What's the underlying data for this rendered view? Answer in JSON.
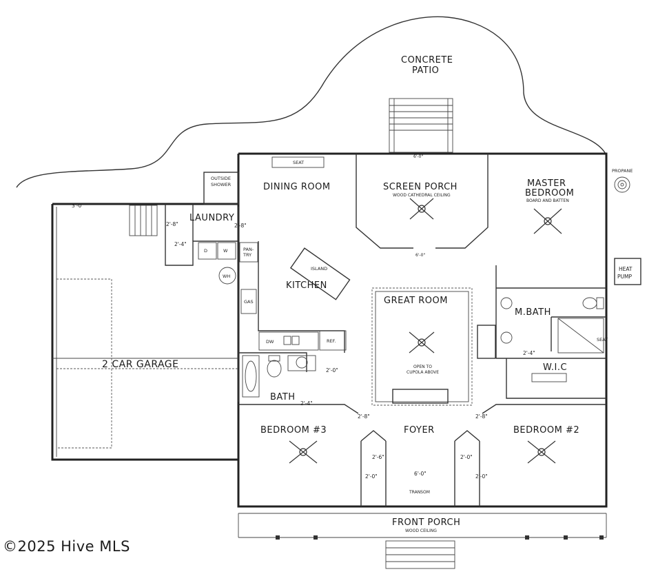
{
  "plan": {
    "patio": [
      "CONCRETE",
      "PATIO"
    ],
    "outside_shower": [
      "OUTSIDE",
      "SHOWER"
    ],
    "seat": "SEAT",
    "propane": "PROPANE",
    "heat_pump": [
      "HEAT",
      "PUMP"
    ],
    "rooms": {
      "dining_room": "DINING ROOM",
      "screen_porch": "SCREEN PORCH",
      "screen_porch_note": "WOOD CATHEDRAL CEILING",
      "master_bedroom": [
        "MASTER",
        "BEDROOM"
      ],
      "master_bedroom_note": "BOARD AND BATTEN",
      "laundry": "LAUNDRY",
      "kitchen": "KITCHEN",
      "island": "ISLAND",
      "great_room": "GREAT ROOM",
      "great_room_note": [
        "OPEN TO",
        "CUPOLA ABOVE"
      ],
      "m_bath": "M.BATH",
      "wic": "W.I.C",
      "garage": "2 CAR GARAGE",
      "bath": "BATH",
      "bedroom3": "BEDROOM #3",
      "foyer": "FOYER",
      "bedroom2": "BEDROOM #2",
      "front_porch": "FRONT PORCH",
      "front_porch_note": "WOOD CEILING",
      "transom": "TRANSOM"
    },
    "fixtures": {
      "pantry": [
        "PAN-",
        "TRY"
      ],
      "wh": "WH",
      "gas": "GAS",
      "dw": "DW",
      "ref": "REF.",
      "d": "D",
      "w": "W",
      "seat_shower": "SEAT"
    },
    "dimensions": {
      "patio_door": "6'-0\"",
      "porch_door": "6'-0\"",
      "garage_door": "3'-0\"",
      "laundry_door": "2'-8\"",
      "laundry_door2": "2'-8\"",
      "laundry_closet": "2'-4\"",
      "bath_door": "2'-0\"",
      "bath_door2": "2'-4\"",
      "bed3_door": "2'-8\"",
      "bed3_closet": "2'-6\"",
      "bed3_closet2": "2'-0\"",
      "front_door": "6'-0\"",
      "bed2_door": "2'-8\"",
      "bed2_closet": "2'-0\"",
      "bed2_closet2": "2'-0\"",
      "wic_door": "2'-4\""
    }
  },
  "watermark": "©2025 Hive MLS"
}
